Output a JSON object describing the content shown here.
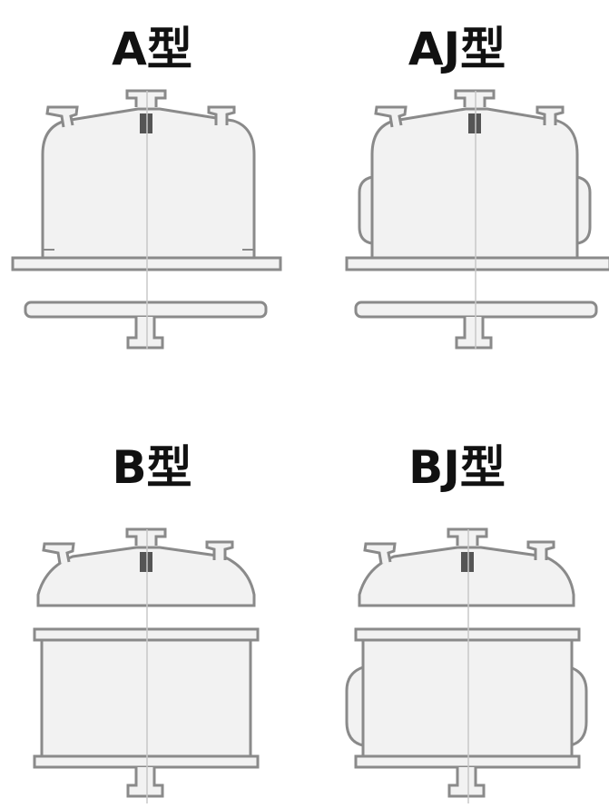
{
  "diagrams": [
    {
      "label": "A型",
      "kind": "A"
    },
    {
      "label": "AJ型",
      "kind": "AJ"
    },
    {
      "label": "B型",
      "kind": "B"
    },
    {
      "label": "BJ型",
      "kind": "BJ"
    }
  ],
  "colors": {
    "stroke": "#8a8a8a",
    "dark": "#555555",
    "fill": "#f2f2f2",
    "center": "#c8c8c8",
    "label": "#111111"
  }
}
